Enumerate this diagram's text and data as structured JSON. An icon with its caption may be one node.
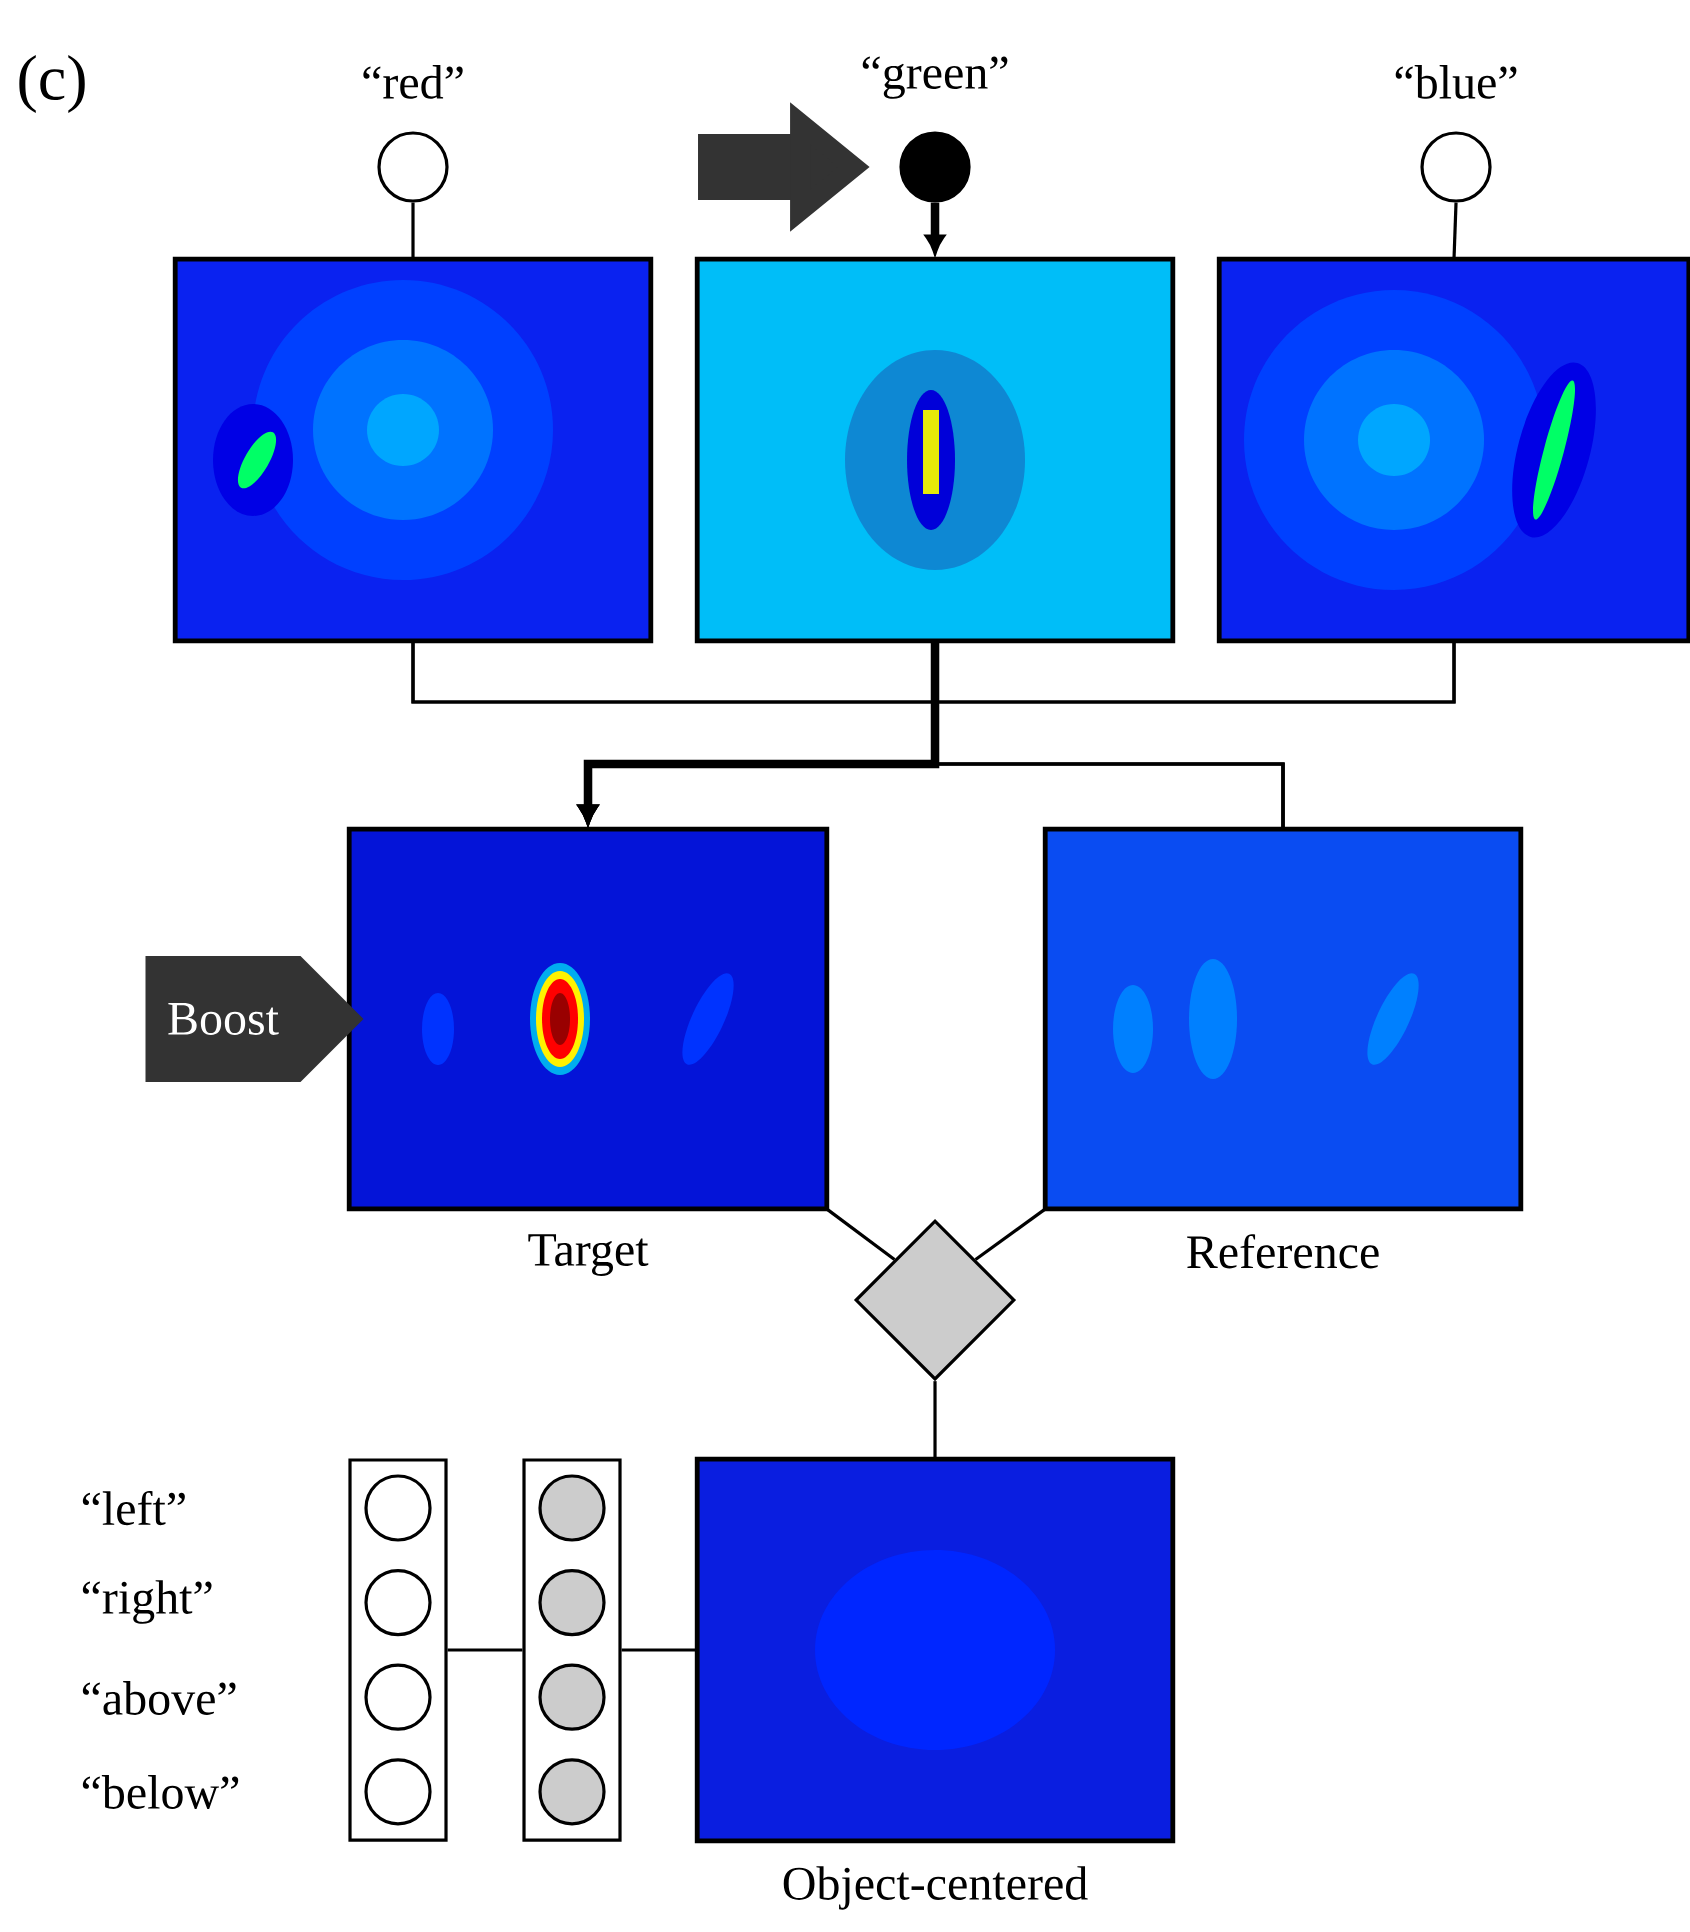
{
  "diagram": {
    "nodes": [
      {
        "text": [
          "“red”"
        ]
      },
      {
        "text": [
          "“green”"
        ]
      },
      {
        "text": [
          "“blue”"
        ]
      },
      {
        "text": [],
        "shape": "picture"
      },
      {
        "text": [],
        "shape": "picture"
      },
      {
        "text": [],
        "shape": "picture"
      },
      {
        "text": [
          "Target"
        ]
      },
      {
        "text": [
          "Reference"
        ]
      },
      {
        "text": [
          "Boost"
        ]
      },
      {
        "text": [],
        "shape": "diamond"
      },
      {
        "text": [],
        "shape": "box"
      },
      {
        "text": [],
        "shape": "box"
      },
      {
        "text": [
          "Object-centered"
        ]
      }
    ],
    "edges": [
      {
        "from": 0,
        "to": 3,
        "arrow": "none"
      },
      {
        "from": 1,
        "to": 4,
        "arrow": "to",
        "style": "thick"
      },
      {
        "from": 2,
        "to": 5,
        "arrow": "none"
      },
      {
        "from": 3,
        "to": 6,
        "arrow": "to"
      },
      {
        "from": 5,
        "to": 6,
        "arrow": "to"
      },
      {
        "from": 3,
        "to": 7,
        "arrow": "none"
      },
      {
        "from": 4,
        "to": 7,
        "arrow": "none"
      },
      {
        "from": 5,
        "to": 7,
        "arrow": "none"
      },
      {
        "from": 4,
        "to": 6,
        "arrow": "to",
        "style": "thick"
      },
      {
        "from": 6,
        "to": 9,
        "arrow": "none"
      },
      {
        "from": 7,
        "to": 9,
        "arrow": "none"
      },
      {
        "from": 9,
        "to": 12,
        "arrow": "none"
      },
      {
        "from": 10,
        "to": 11,
        "arrow": "none"
      },
      {
        "from": 11,
        "to": 12,
        "arrow": "none"
      },
      {
        "from": null,
        "to": 1,
        "arrow": "to",
        "style": "thick",
        "color": "#333333"
      }
    ],
    "labels": [
      "(c)",
      "“left”",
      "“right”",
      "“above”",
      "“below”"
    ]
  }
}
